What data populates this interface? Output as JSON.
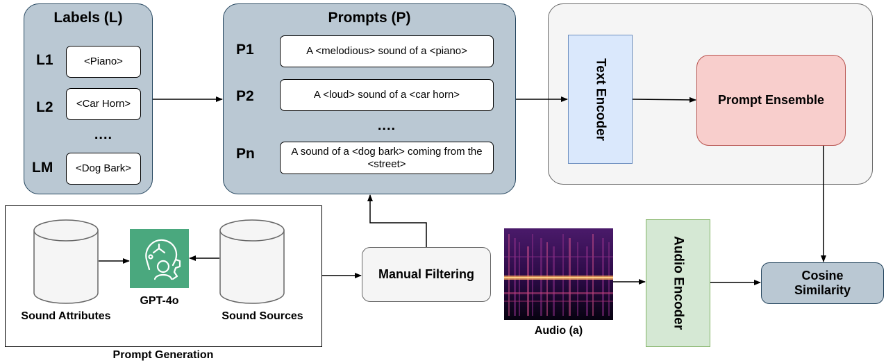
{
  "labels_panel": {
    "title": "Labels (L)",
    "rows": [
      {
        "id": "L1",
        "value": "<Piano>"
      },
      {
        "id": "L2",
        "value": "<Car Horn>"
      },
      {
        "id": "LM",
        "value": "<Dog Bark>"
      }
    ],
    "ellipsis": "...."
  },
  "prompts_panel": {
    "title": "Prompts (P)",
    "rows": [
      {
        "id": "P1",
        "value": "A <melodious> sound of a <piano>"
      },
      {
        "id": "P2",
        "value": "A <loud> sound of a <car horn>"
      },
      {
        "id": "Pn",
        "value": "A sound of a <dog bark> coming from the <street>"
      }
    ],
    "ellipsis": "...."
  },
  "text_encoder": "Text Encoder",
  "prompt_ensemble": "Prompt Ensemble",
  "prompt_generation": {
    "caption": "Prompt Generation",
    "attributes_db": "Sound Attributes",
    "sources_db": "Sound Sources",
    "llm": "GPT-4o"
  },
  "manual_filtering": "Manual Filtering",
  "audio": "Audio (a)",
  "audio_encoder": "Audio Encoder",
  "cosine_similarity": "Cosine Similarity",
  "colors": {
    "slate_fill": "#bac8d3",
    "slate_border": "#23445d",
    "text_encoder_fill": "#dae8fc",
    "text_encoder_border": "#6c8ebf",
    "prompt_ensemble_fill": "#f8cecc",
    "prompt_ensemble_border": "#b85450",
    "audio_encoder_fill": "#d5e8d4",
    "audio_encoder_border": "#82b366",
    "gpt_tile": "#4aa87e"
  },
  "icons": {
    "llm": "robot-head-gear-icon",
    "database": "cylinder-database-icon",
    "audio": "spectrogram-image"
  }
}
